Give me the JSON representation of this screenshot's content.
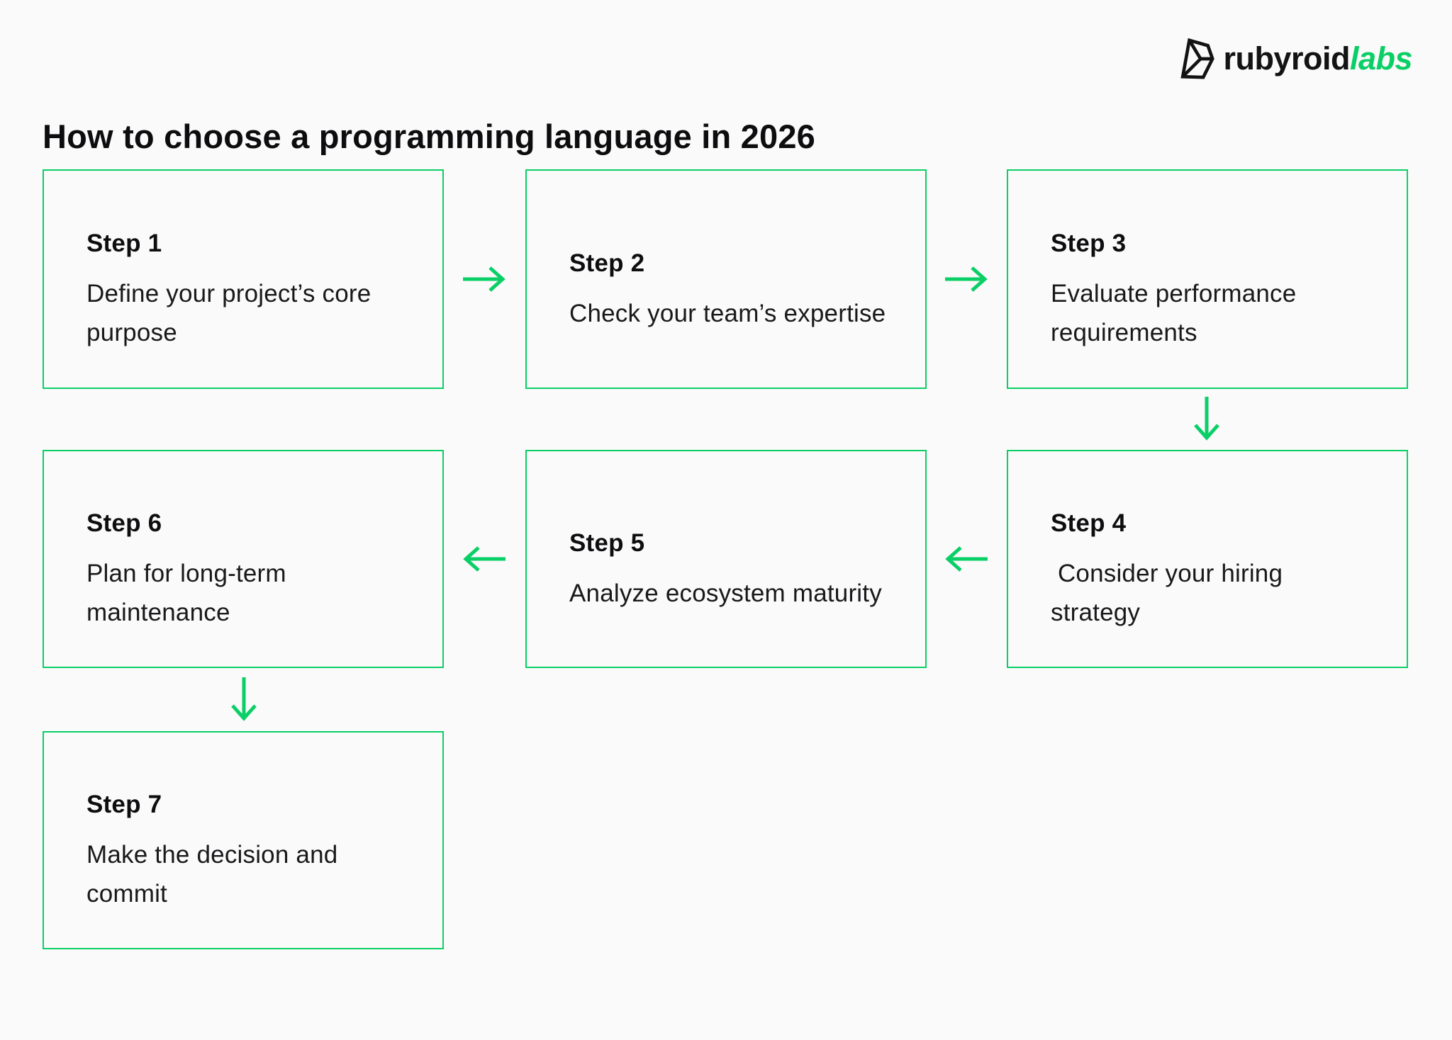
{
  "page": {
    "background_color": "#FAFAFA",
    "accent_green": "#0ACF66",
    "text_color": "#121214"
  },
  "logo": {
    "brand": "rubyroid",
    "suffix": "labs",
    "brand_color": "#131313",
    "suffix_color": "#0ACF66"
  },
  "title": "How to choose a programming language in 2026",
  "steps": [
    {
      "label": "Step 1",
      "description": "Define your project’s core purpose"
    },
    {
      "label": "Step 2",
      "description": "Check your team’s expertise"
    },
    {
      "label": "Step 3",
      "description": "Evaluate performance requirements"
    },
    {
      "label": "Step 4",
      "description": " Consider your hiring strategy"
    },
    {
      "label": "Step 5",
      "description": "Analyze ecosystem maturity"
    },
    {
      "label": "Step 6",
      "description": "Plan for long-term maintenance"
    },
    {
      "label": "Step 7",
      "description": "Make the decision and commit"
    }
  ],
  "flow": {
    "arrows": [
      {
        "from": "Step 1",
        "to": "Step 2",
        "direction": "right"
      },
      {
        "from": "Step 2",
        "to": "Step 3",
        "direction": "right"
      },
      {
        "from": "Step 3",
        "to": "Step 4",
        "direction": "down"
      },
      {
        "from": "Step 4",
        "to": "Step 5",
        "direction": "left"
      },
      {
        "from": "Step 5",
        "to": "Step 6",
        "direction": "left"
      },
      {
        "from": "Step 6",
        "to": "Step 7",
        "direction": "down"
      }
    ]
  }
}
